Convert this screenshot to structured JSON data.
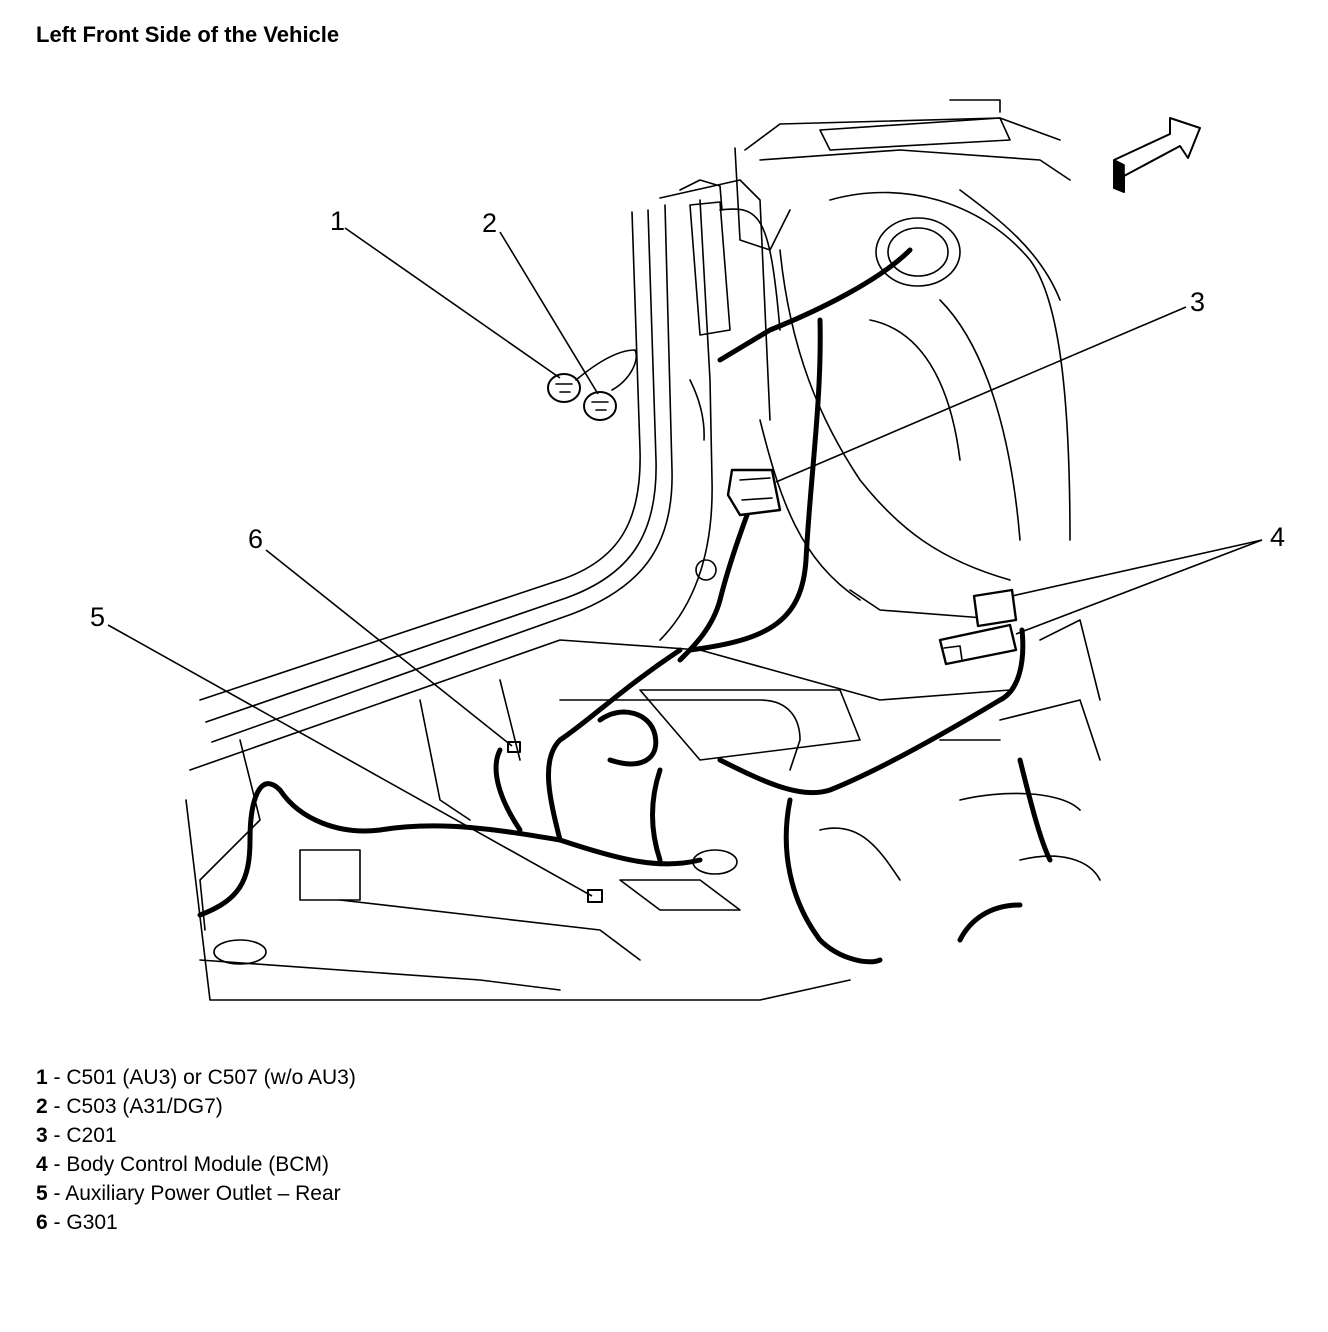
{
  "title": "Left Front Side of the Vehicle",
  "callouts": [
    "1",
    "2",
    "3",
    "4",
    "5",
    "6"
  ],
  "legend": [
    {
      "num": "1",
      "sep": " - ",
      "text": "C501 (AU3) or C507 (w/o AU3)"
    },
    {
      "num": "2",
      "sep": " - ",
      "text": "C503 (A31/DG7)"
    },
    {
      "num": "3",
      "sep": " - ",
      "text": "C201"
    },
    {
      "num": "4",
      "sep": " - ",
      "text": "Body Control Module (BCM)"
    },
    {
      "num": "5",
      "sep": " - ",
      "text": "Auxiliary Power Outlet – Rear"
    },
    {
      "num": "6",
      "sep": " - ",
      "text": "G301"
    }
  ],
  "icons": [
    "forward-arrow-icon"
  ]
}
